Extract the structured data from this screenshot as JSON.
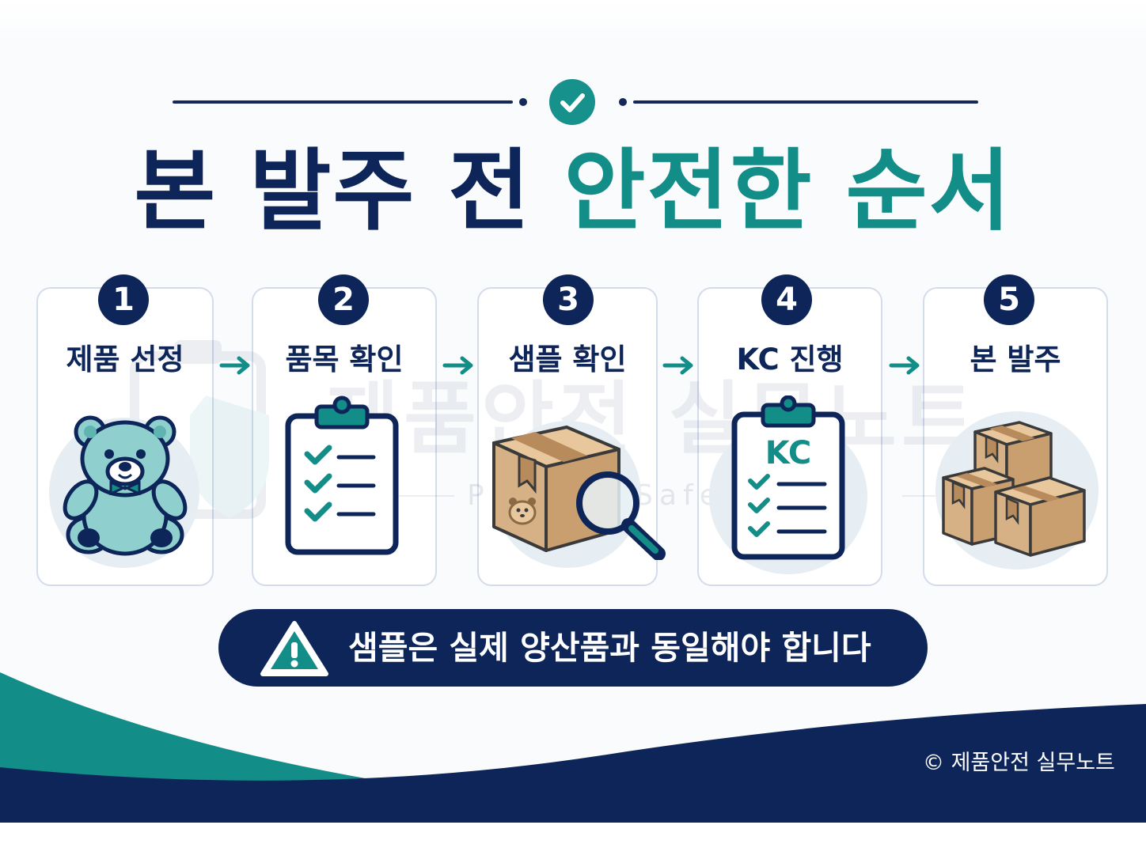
{
  "title": {
    "part1": "본 발주 전",
    "part2": "안전한 순서"
  },
  "watermark": {
    "main": "제품안전 실무노트",
    "sub": "Product Safety Note"
  },
  "steps": [
    {
      "number": "1",
      "label": "제품 선정",
      "icon": "teddy-bear-icon"
    },
    {
      "number": "2",
      "label": "품목 확인",
      "icon": "checklist-clipboard-icon"
    },
    {
      "number": "3",
      "label": "샘플 확인",
      "icon": "box-magnifier-icon"
    },
    {
      "number": "4",
      "label": "KC 진행",
      "icon": "kc-clipboard-icon",
      "icon_text": "KC"
    },
    {
      "number": "5",
      "label": "본 발주",
      "icon": "stacked-boxes-icon"
    }
  ],
  "notice": {
    "text": "샘플은 실제 양산품과 동일해야 합니다",
    "icon": "warning-triangle-icon"
  },
  "footer": {
    "copyright": "© 제품안전 실무노트"
  },
  "colors": {
    "navy": "#0d2558",
    "teal": "#138d88",
    "box": "#d6b185",
    "light_teal": "#8fd0cf"
  }
}
